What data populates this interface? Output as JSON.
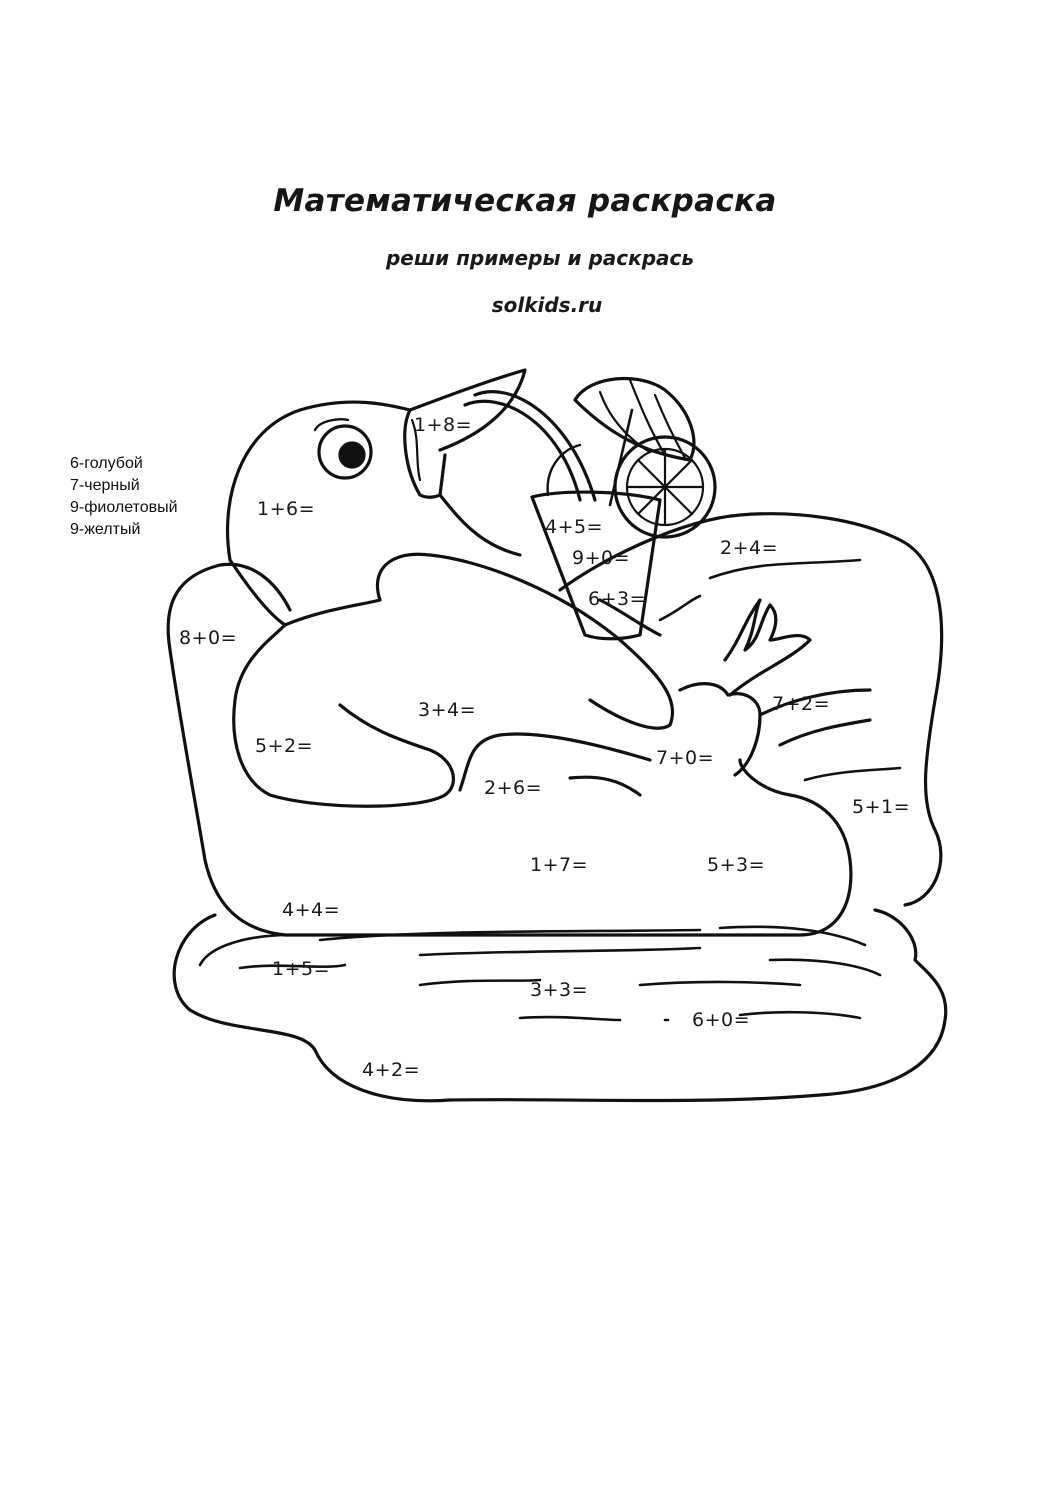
{
  "sheet": {
    "title": "Математическая раскраска",
    "subtitle": "реши примеры и раскрась",
    "site": "solkids.ru"
  },
  "legend": [
    "6-голубой",
    "7-черный",
    "9-фиолетовый",
    "9-желтый"
  ],
  "line_color": "#111111",
  "equations": [
    "1+8=",
    "1+6=",
    "4+5=",
    "9+0=",
    "6+3=",
    "2+4=",
    "8+0=",
    "3+4=",
    "7+2=",
    "5+2=",
    "7+0=",
    "2+6=",
    "5+1=",
    "1+7=",
    "5+3=",
    "4+4=",
    "1+5=",
    "3+3=",
    "6+0=",
    "4+2="
  ]
}
